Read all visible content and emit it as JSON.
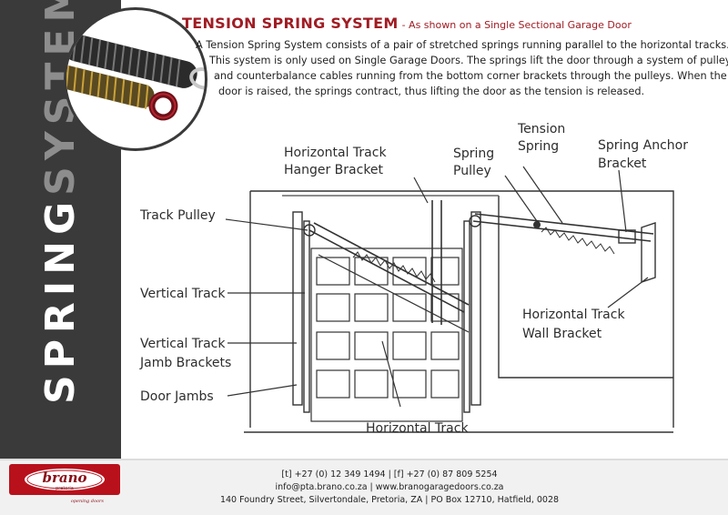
{
  "sidebar": {
    "title_part1": "SPRING",
    "title_part2": "SYSTEMS"
  },
  "header": {
    "title": "TENSION SPRING SYSTEM",
    "subtitle": "- As shown on a Single Sectional Garage Door"
  },
  "paragraph": {
    "lines": [
      "A Tension Spring System consists of a pair of stretched springs running parallel to the horizontal tracks.",
      "This system is only used on Single Garage Doors. The springs lift the door through a system of pulleys",
      "and counterbalance cables running from the bottom corner brackets through the pulleys. When the",
      "door is raised, the springs contract, thus lifting the door as the tension is released."
    ]
  },
  "diagram": {
    "labels": {
      "hanger_1": "Horizontal Track",
      "hanger_2": "Hanger Bracket",
      "pulley_1": "Spring",
      "pulley_2": "Pulley",
      "tension_1": "Tension",
      "tension_2": "Spring",
      "anchor_1": "Spring Anchor",
      "anchor_2": "Bracket",
      "track_pulley": "Track Pulley",
      "vertical_track": "Vertical Track",
      "jamb_1": "Vertical Track",
      "jamb_2": "Jamb Brackets",
      "door_jambs": "Door Jambs",
      "wall_1": "Horizontal Track",
      "wall_2": "Wall Bracket",
      "horizontal_track": "Horizontal Track"
    }
  },
  "footer": {
    "logo_text": "brano",
    "logo_sub": "pretoria",
    "logo_tagline": "opening doors",
    "line1": "[t]  +27 (0) 12 349 1494   |   [f]  +27 (0) 87 809 5254",
    "line2": "info@pta.brano.co.za   |   www.branogaragedoors.co.za",
    "line3": "140 Foundry Street, Silvertondale, Pretoria, ZA   |   PO Box 12710, Hatfield, 0028"
  },
  "colors": {
    "brand_red": "#a01c24",
    "sidebar_dark": "#3a3a3a"
  }
}
